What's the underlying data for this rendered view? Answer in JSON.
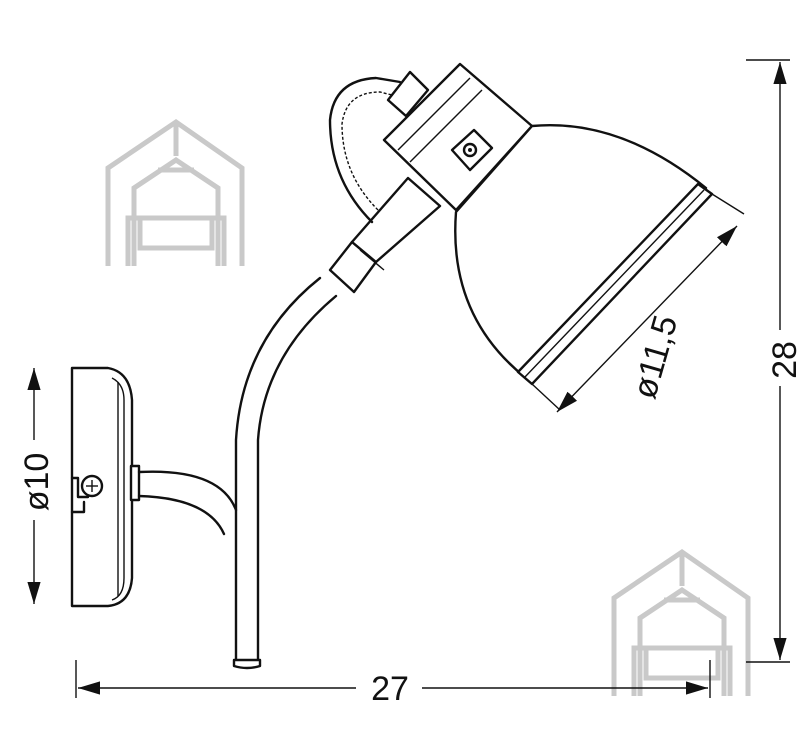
{
  "dimensions": {
    "width_label": "27",
    "height_label": "28",
    "base_diameter_label": "ø10",
    "shade_diameter_label": "ø11,5"
  },
  "icons": {
    "watermark": "house-sofa-watermark-icon",
    "screw": "screw-icon"
  },
  "colors": {
    "line": "#111111",
    "watermark": "#c9c9c9"
  }
}
